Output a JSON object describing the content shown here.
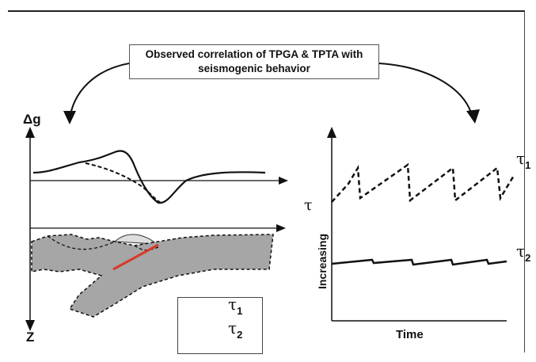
{
  "title": {
    "line1": "Observed correlation of TPGA & TPTA with",
    "line2": "seismogenic behavior"
  },
  "left_panel": {
    "y_label": "Δg",
    "z_label": "Z"
  },
  "right_panel": {
    "y_symbol": "τ",
    "y_label": "Increasing",
    "x_label": "Time",
    "series": [
      {
        "name": "τ",
        "sub": "1",
        "style": "dashed"
      },
      {
        "name": "τ",
        "sub": "2",
        "style": "solid"
      }
    ]
  },
  "legend": {
    "items": [
      {
        "symbol": "τ",
        "sub": "1",
        "style": "dashed"
      },
      {
        "symbol": "τ",
        "sub": "2",
        "style": "solid"
      }
    ]
  },
  "colors": {
    "slab_fill": "#a6a6a6",
    "bulge_fill": "#dedede",
    "fault_line": "#d83a2a",
    "ink": "#111111"
  }
}
